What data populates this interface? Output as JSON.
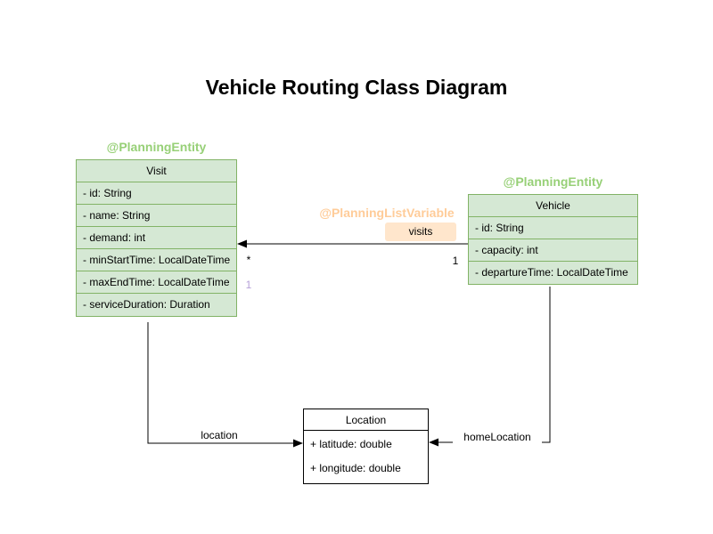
{
  "title": "Vehicle Routing Class Diagram",
  "colors": {
    "class_fill": "#d5e8d4",
    "class_border": "#82b366",
    "entity_annotation_text": "#97d077",
    "list_variable_annotation_text": "#ffcc99",
    "visits_chip_bg": "#ffe6cc",
    "plain_class_border": "#000000",
    "muted_multiplicity_text": "#b5a0d8",
    "edge_line": "#000000"
  },
  "classes": {
    "visit": {
      "annotation": "@PlanningEntity",
      "name": "Visit",
      "attributes": [
        "- id: String",
        "- name: String",
        "- demand: int",
        "- minStartTime: LocalDateTime",
        "- maxEndTime: LocalDateTime",
        "- serviceDuration: Duration"
      ]
    },
    "vehicle": {
      "annotation": "@PlanningEntity",
      "name": "Vehicle",
      "attributes": [
        "- id: String",
        "- capacity: int",
        "- departureTime: LocalDateTime"
      ]
    },
    "location": {
      "name": "Location",
      "attributes": [
        "+ latitude: double",
        "+ longitude: double"
      ]
    }
  },
  "edges": {
    "visits": {
      "annotation": "@PlanningListVariable",
      "label": "visits",
      "multiplicity_at_visit": "*",
      "multiplicity_at_vehicle": "1",
      "multiplicity_muted": "1"
    },
    "visit_location": {
      "label": "location"
    },
    "vehicle_location": {
      "label": "homeLocation"
    }
  }
}
